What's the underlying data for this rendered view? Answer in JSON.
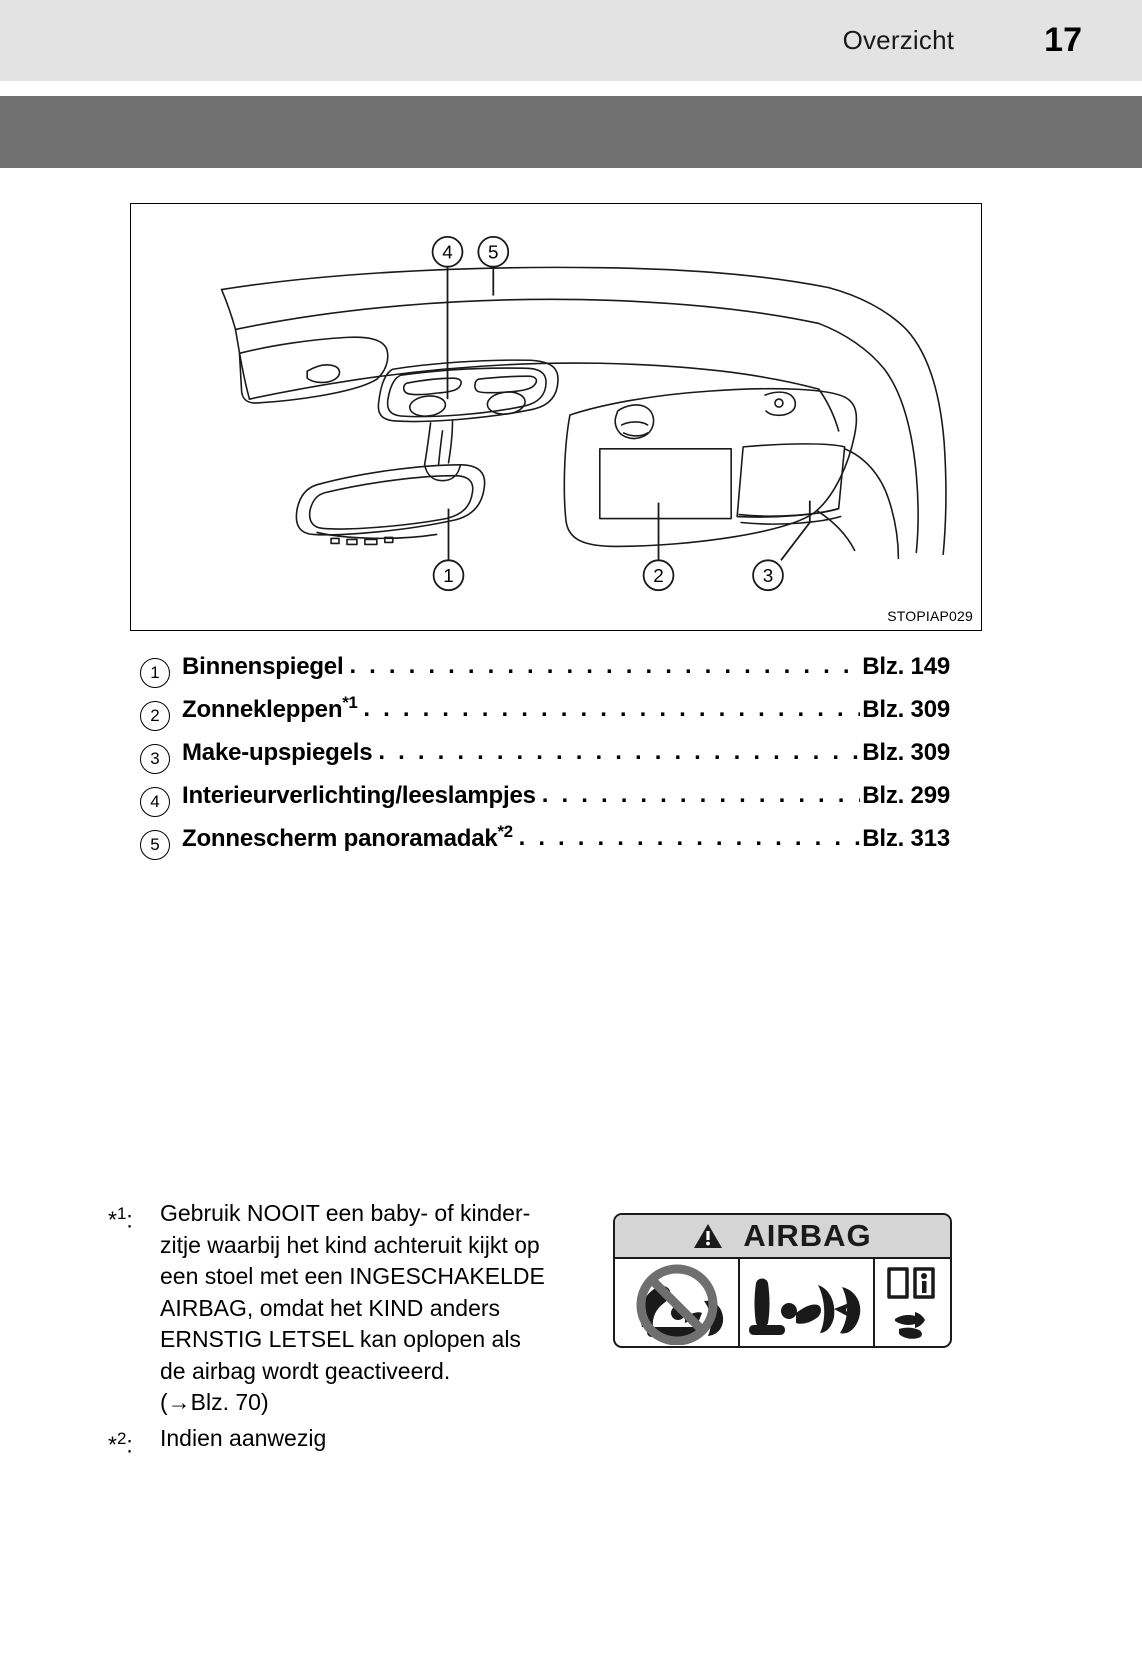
{
  "header": {
    "title": "Overzicht",
    "page_number": "17"
  },
  "figure": {
    "code": "STOPIAP029",
    "callouts": [
      {
        "id": "4",
        "label": "4"
      },
      {
        "id": "5",
        "label": "5"
      },
      {
        "id": "1",
        "label": "1"
      },
      {
        "id": "2",
        "label": "2"
      },
      {
        "id": "3",
        "label": "3"
      }
    ]
  },
  "items": [
    {
      "num": "1",
      "label": "Binnenspiegel",
      "sup": "",
      "leader": ". . . . . . . . . . . . . . . . . . . . . . . . . . . . . . . . .",
      "page": "Blz. 149"
    },
    {
      "num": "2",
      "label": "Zonnekleppen",
      "sup": "*1",
      "leader": ". . . . . . . . . . . . . . . . . . . . . . . . . . . . . . . . .",
      "page": "Blz. 309"
    },
    {
      "num": "3",
      "label": "Make-upspiegels",
      "sup": "",
      "leader": ". . . . . . . . . . . . . . . . . . . . . . . . . . . . . . . . .",
      "page": "Blz. 309"
    },
    {
      "num": "4",
      "label": "Interieurverlichting/leeslampjes",
      "sup": "",
      "leader": ". . . . . . . . . . . . . . . . . . . . . . . . . . . . . . . . .",
      "page": "Blz. 299"
    },
    {
      "num": "5",
      "label": "Zonnescherm panoramadak",
      "sup": "*2",
      "leader": ". . . . . . . . . . . . . . . . . . . . . . . . . . . . . . . . .",
      "page": "Blz. 313"
    }
  ],
  "footnotes": [
    {
      "marker_star": "*",
      "marker_num": "1",
      "marker_colon": ":",
      "text": "Gebruik NOOIT een baby- of kinder-\nzitje waarbij het kind achteruit kijkt op\neen stoel met een INGESCHAKELDE\nAIRBAG, omdat het KIND anders\nERNSTIG LETSEL kan oplopen als\nde airbag wordt geactiveerd.\n(→Blz. 70)"
    },
    {
      "marker_star": "*",
      "marker_num": "2",
      "marker_colon": ":",
      "text": "Indien aanwezig"
    }
  ],
  "airbag_label": {
    "title": "AIRBAG",
    "warning_icon": "warning-triangle-icon",
    "panels": [
      {
        "name": "no-rear-facing-child-seat-icon"
      },
      {
        "name": "airbag-deployment-icon"
      },
      {
        "name": "read-manual-icon"
      }
    ]
  },
  "colors": {
    "header_bg": "#e3e3e3",
    "band": "#717171",
    "label_bar": "#d5d5d5",
    "ink": "#000000"
  }
}
